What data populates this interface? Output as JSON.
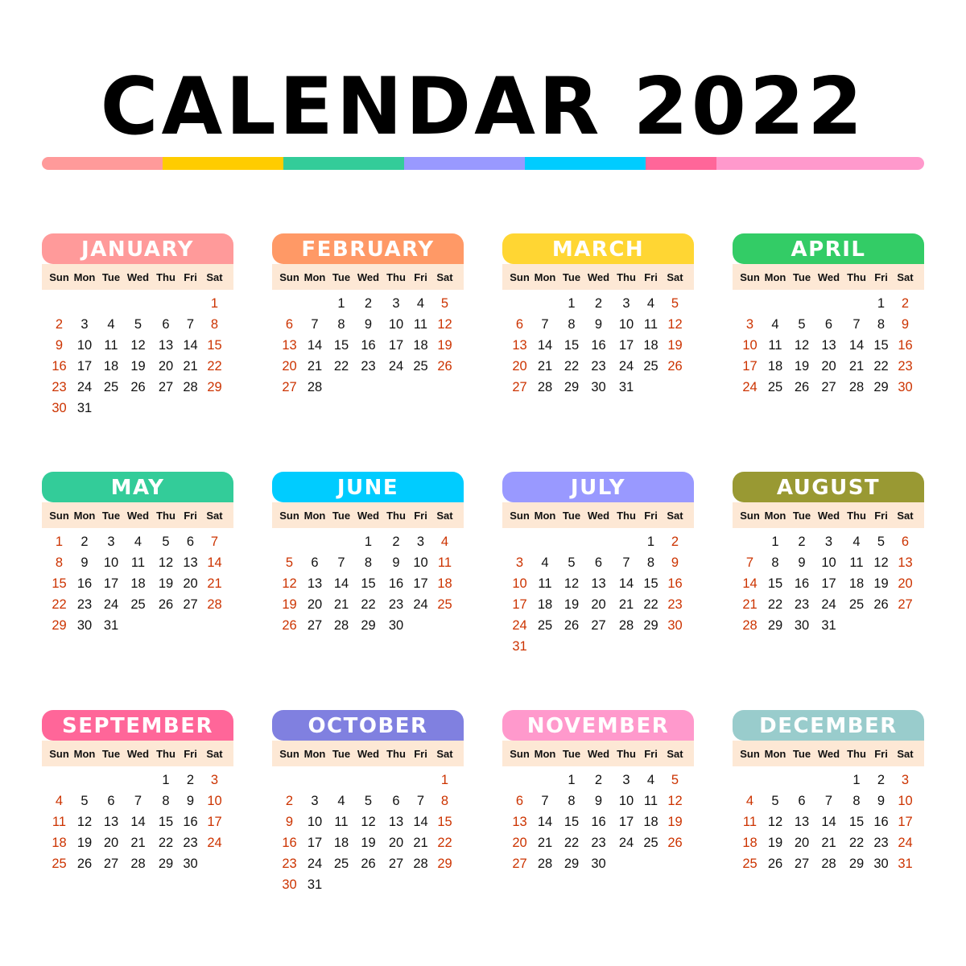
{
  "title": "CALENDAR 2022",
  "stripe_colors": [
    "#ff9a9a",
    "#ffcc00",
    "#33cc99",
    "#9999ff",
    "#00ccff",
    "#ff6699",
    "#ff99cc"
  ],
  "weekday_labels": [
    "Sun",
    "Mon",
    "Tue",
    "Wed",
    "Thu",
    "Fri",
    "Sat"
  ],
  "weekend_color": "#cc3300",
  "months": [
    {
      "name": "JANUARY",
      "color": "#ff9a9a",
      "first_weekday": 6,
      "days": 31
    },
    {
      "name": "FEBRUARY",
      "color": "#ff9966",
      "first_weekday": 2,
      "days": 28
    },
    {
      "name": "MARCH",
      "color": "#ffd633",
      "first_weekday": 2,
      "days": 31
    },
    {
      "name": "APRIL",
      "color": "#33cc66",
      "first_weekday": 5,
      "days": 30
    },
    {
      "name": "MAY",
      "color": "#33cc99",
      "first_weekday": 0,
      "days": 31
    },
    {
      "name": "JUNE",
      "color": "#00ccff",
      "first_weekday": 3,
      "days": 30
    },
    {
      "name": "JULY",
      "color": "#9999ff",
      "first_weekday": 5,
      "days": 31
    },
    {
      "name": "AUGUST",
      "color": "#999933",
      "first_weekday": 1,
      "days": 31
    },
    {
      "name": "SEPTEMBER",
      "color": "#ff6699",
      "first_weekday": 4,
      "days": 30
    },
    {
      "name": "OCTOBER",
      "color": "#8080e0",
      "first_weekday": 6,
      "days": 31
    },
    {
      "name": "NOVEMBER",
      "color": "#ff99cc",
      "first_weekday": 2,
      "days": 30
    },
    {
      "name": "DECEMBER",
      "color": "#99cccc",
      "first_weekday": 4,
      "days": 31
    }
  ]
}
